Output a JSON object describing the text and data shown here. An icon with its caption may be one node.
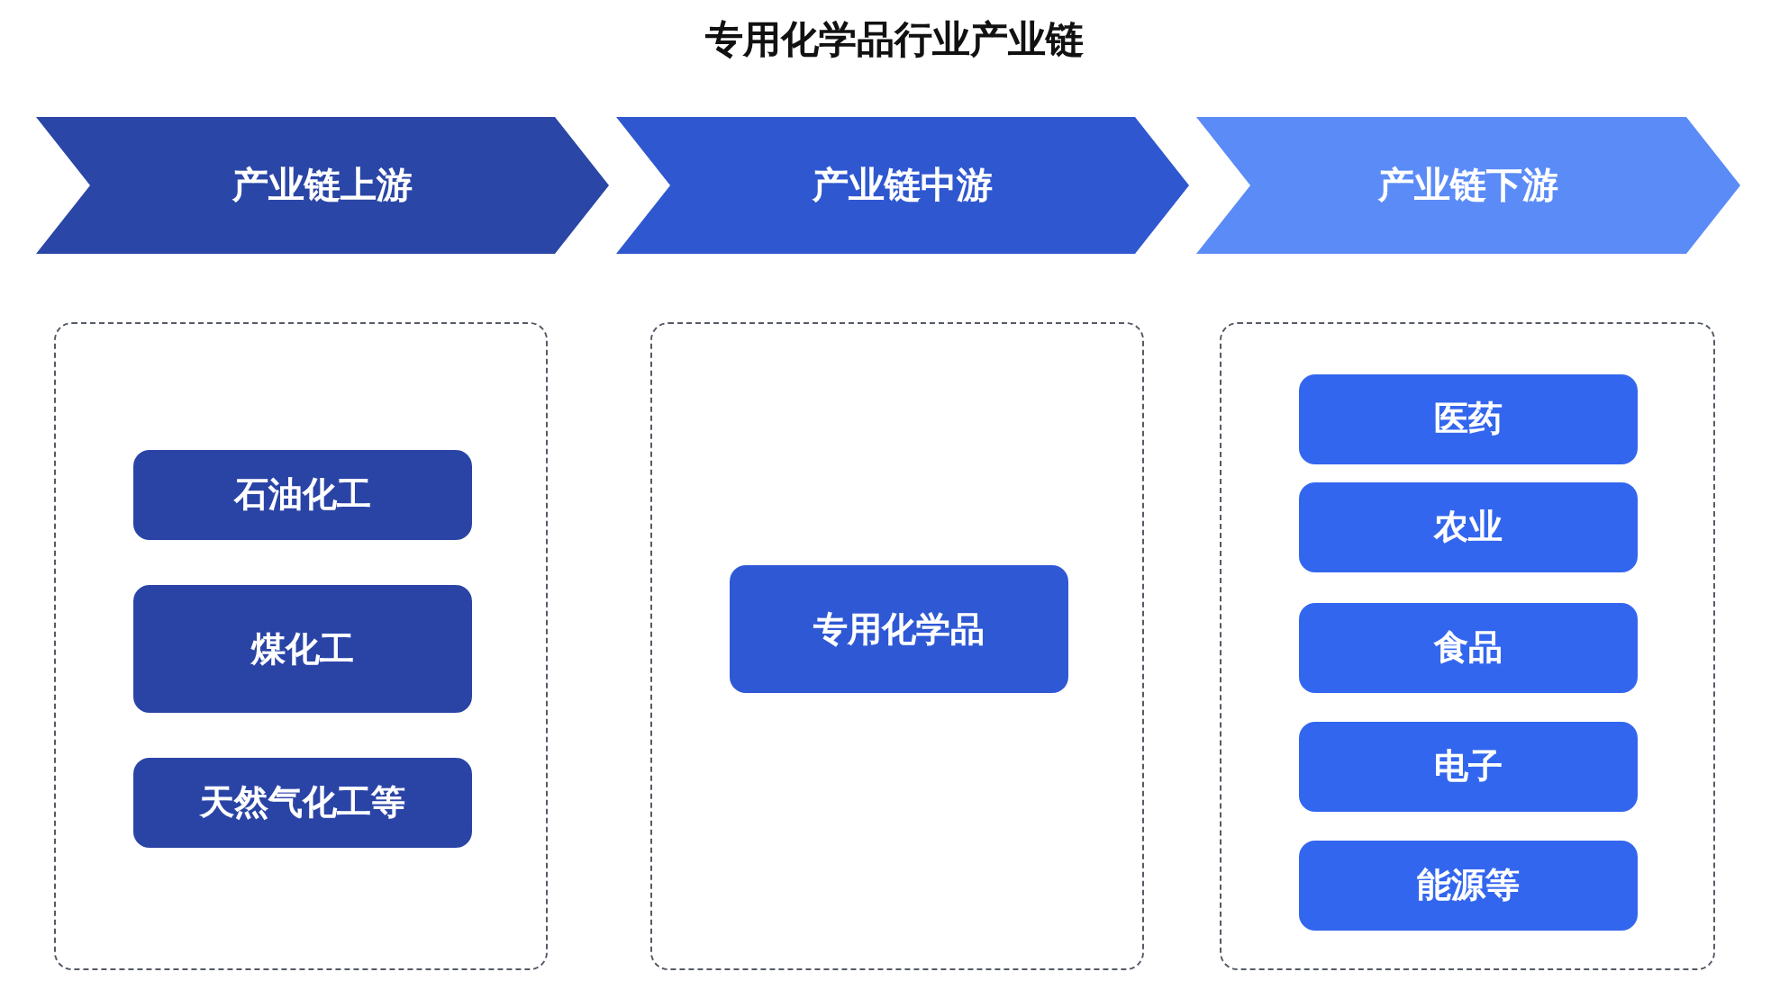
{
  "diagram": {
    "title": "专用化学品行业产业链",
    "nodes": [
      {
        "text": [
          "产业链上游"
        ]
      },
      {
        "text": [
          "产业链中游"
        ]
      },
      {
        "text": [
          "产业链下游"
        ]
      },
      {
        "text": [],
        "shape": "box"
      },
      {
        "text": [
          "石油化工"
        ],
        "in": 3
      },
      {
        "text": [
          "煤化工"
        ],
        "in": 3
      },
      {
        "text": [
          "天然气化工等"
        ],
        "in": 3
      },
      {
        "text": [],
        "shape": "box"
      },
      {
        "text": [
          "专用化学品"
        ],
        "in": 7
      },
      {
        "text": [],
        "shape": "box"
      },
      {
        "text": [
          "医药"
        ],
        "in": 9
      },
      {
        "text": [
          "农业"
        ],
        "in": 9
      },
      {
        "text": [
          "食品"
        ],
        "in": 9
      },
      {
        "text": [
          "电子"
        ],
        "in": 9
      },
      {
        "text": [
          "能源等"
        ],
        "in": 9
      }
    ]
  }
}
